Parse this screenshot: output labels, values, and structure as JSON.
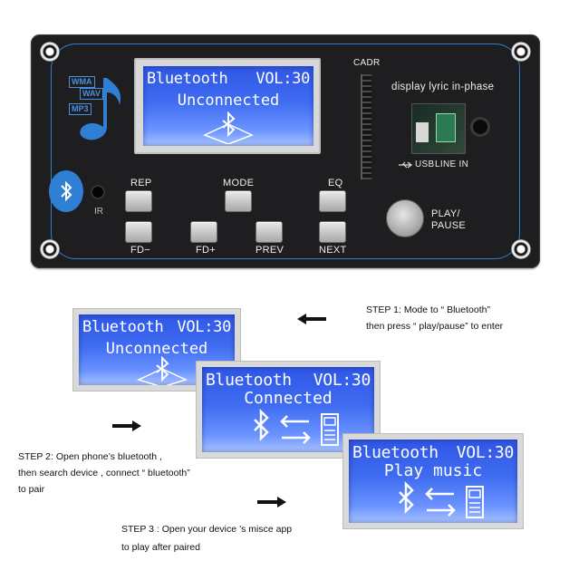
{
  "panel": {
    "lcd": {
      "line1_left": "Bluetooth",
      "line1_right": "VOL:30",
      "line2": "Unconnected"
    },
    "logo_tags": [
      "WMA",
      "WAV",
      "MP3"
    ],
    "cadr_label": "CADR",
    "lyric_label": "display lyric in-phase",
    "usb_label": "USB",
    "line_in_label": "LINE IN",
    "ir_label": "IR",
    "buttons": {
      "rep": "REP",
      "mode": "MODE",
      "eq": "EQ",
      "fd_minus": "FD−",
      "fd_plus": "FD+",
      "prev": "PREV",
      "next": "NEXT",
      "play_line1": "PLAY/",
      "play_line2": "PAUSE"
    }
  },
  "screens": [
    {
      "line1_left": "Bluetooth",
      "line1_right": "VOL:30",
      "line2": "Unconnected"
    },
    {
      "line1_left": "Bluetooth",
      "line1_right": "VOL:30",
      "line2": "Connected"
    },
    {
      "line1_left": "Bluetooth",
      "line1_right": "VOL:30",
      "line2": "Play music"
    }
  ],
  "steps": {
    "step1": [
      "STEP 1: Mode to “ Bluetooth”",
      "then press “ play/pause” to enter"
    ],
    "step2": [
      "STEP 2: Open phone’s bluetooth ,",
      "then search device , connect “ bluetooth”",
      "to pair"
    ],
    "step3": [
      "STEP 3 : Open your device ’s misce app",
      "to play after paired"
    ]
  },
  "colors": {
    "lcd_blue": "#3f6cf1",
    "accent_blue": "#2e7fd1",
    "panel": "#1e1e20"
  }
}
